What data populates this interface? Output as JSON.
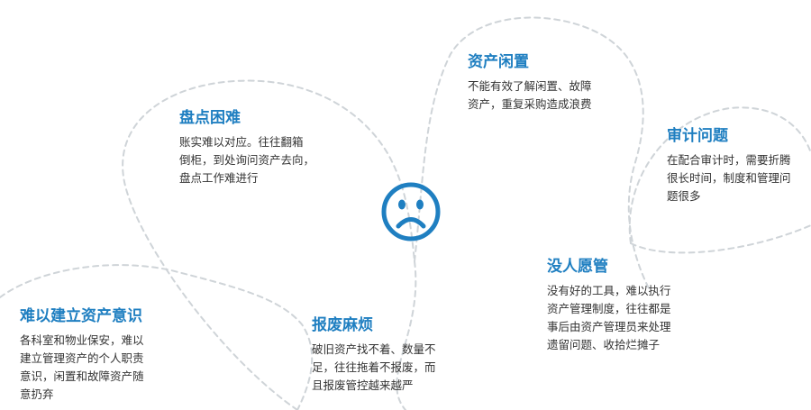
{
  "colors": {
    "accent": "#1f7fc1",
    "text": "#333333",
    "dashed_outline": "#cfd4d8"
  },
  "center_icon": "sad-face-icon",
  "items": [
    {
      "title": "资产闲置",
      "desc": "不能有效了解闲置、故障\n资产，重复采购造成浪费"
    },
    {
      "title": "盘点困难",
      "desc": "账实难以对应。往往翻箱\n倒柜，到处询问资产去向，\n盘点工作难进行"
    },
    {
      "title": "审计问题",
      "desc": "在配合审计时，需要折腾\n很长时间，制度和管理问\n题很多"
    },
    {
      "title": "没人愿管",
      "desc": "没有好的工具，难以执行\n资产管理制度，往往都是\n事后由资产管理员来处理\n遗留问题、收拾烂摊子"
    },
    {
      "title": "报废麻烦",
      "desc": "破旧资产找不着、数量不\n足，往往拖着不报废，而\n且报废管控越来越严"
    },
    {
      "title": "难以建立资产意识",
      "desc": "各科室和物业保安，难以\n建立管理资产的个人职责\n意识，闲置和故障资产随\n意扔弃"
    }
  ]
}
